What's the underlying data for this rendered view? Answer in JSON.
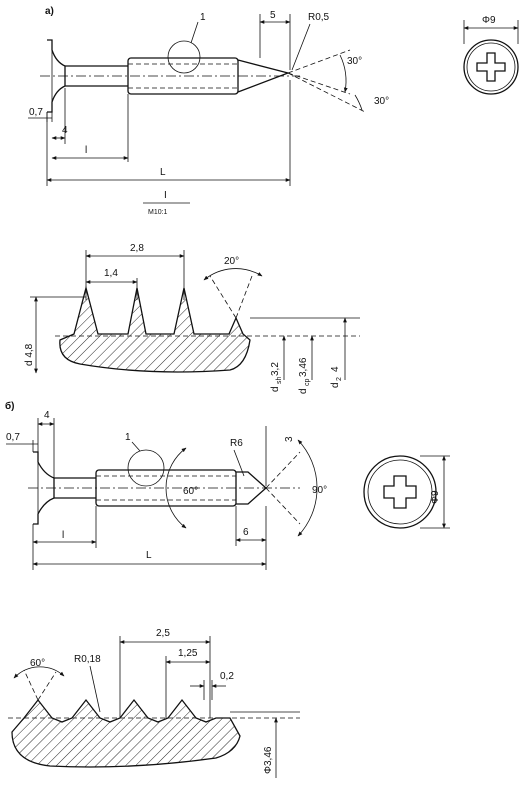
{
  "diagram_a": {
    "label": "a)",
    "detail_callout": "1",
    "dim_head_thickness": "0,7",
    "dim_head_width": "4",
    "dim_thread_start": "l",
    "dim_length": "L",
    "dim_point": "5",
    "dim_point_radius": "R0,5",
    "dim_angle_1": "30°",
    "dim_angle_2": "30°",
    "dim_head_dia": "Φ9",
    "detail_title": "I",
    "detail_scale": "M10:1"
  },
  "detail_a": {
    "dim_pitch_2": "2,8",
    "dim_pitch_1": "1,4",
    "dim_angle": "20°",
    "dim_outer": "d 4,8",
    "dim_d1_label": "d",
    "dim_d1_sub": "sh",
    "dim_d1_val": "3,2",
    "dim_d2_label": "d",
    "dim_d2_sub": "cp",
    "dim_d2_val": "3,46",
    "dim_d3_label": "d",
    "dim_d3_sub": "2",
    "dim_d3_val": "4"
  },
  "diagram_b": {
    "label": "б)",
    "detail_callout": "1",
    "dim_head_width": "4",
    "dim_head_thickness": "0,7",
    "dim_thread_start": "l",
    "dim_length": "L",
    "dim_radius": "R6",
    "dim_angle_1": "60°",
    "dim_angle_2": "90°",
    "dim_point": "6",
    "dim_tip": "3",
    "dim_head_dia": "Φ9"
  },
  "detail_b": {
    "dim_pitch_2": "2,5",
    "dim_pitch_1": "1,25",
    "dim_radius": "R0,18",
    "dim_crest": "0,2",
    "dim_angle": "60°",
    "dim_dia": "Φ3,46"
  }
}
